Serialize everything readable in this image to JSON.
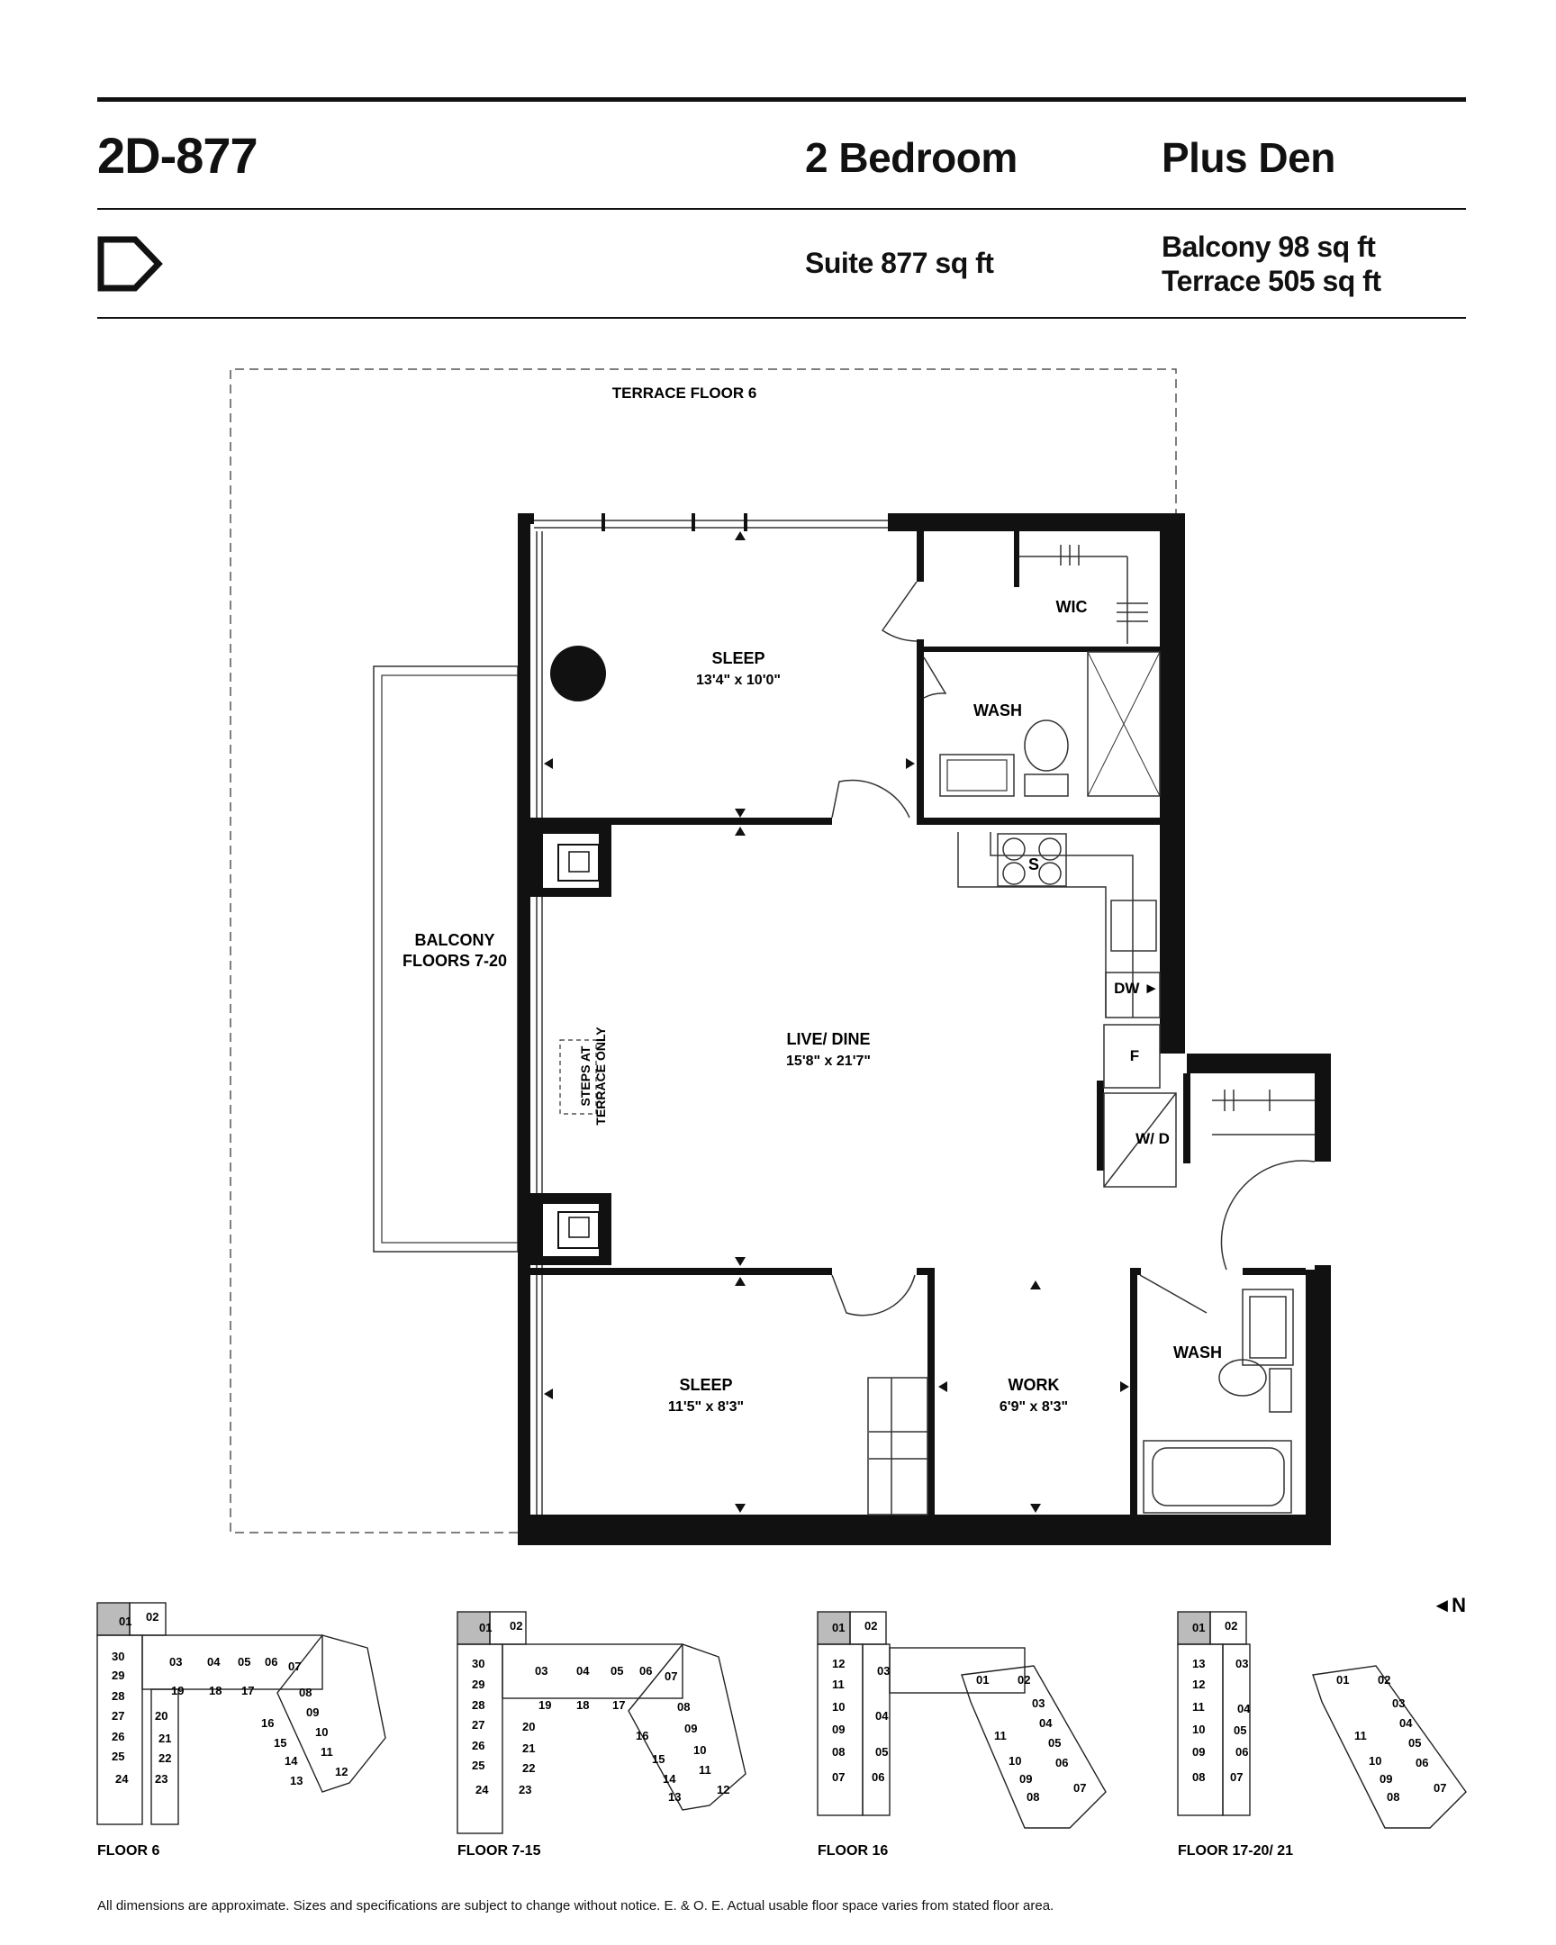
{
  "header": {
    "unit_code": "2D-877",
    "bedroom_type": "2 Bedroom",
    "plus": "Plus Den",
    "suite_area": "Suite 877 sq ft",
    "balcony_area": "Balcony 98 sq ft",
    "terrace_area": "Terrace 505 sq ft"
  },
  "plan": {
    "terrace_label": "TERRACE FLOOR 6",
    "balcony_label_1": "BALCONY",
    "balcony_label_2": "FLOORS 7-20",
    "steps_label_1": "STEPS AT",
    "steps_label_2": "TERRACE ONLY",
    "sleep1_name": "SLEEP",
    "sleep1_dims": "13'4\" x 10'0\"",
    "wic": "WIC",
    "wash1": "WASH",
    "stove": "S",
    "dishwasher": "DW ►",
    "fridge": "F",
    "washer_dryer": "W/ D",
    "live_name": "LIVE/ DINE",
    "live_dims": "15'8\" x 21'7\"",
    "sleep2_name": "SLEEP",
    "sleep2_dims": "11'5\" x 8'3\"",
    "work_name": "WORK",
    "work_dims": "6'9\" x 8'3\"",
    "wash2": "WASH"
  },
  "key_plans": {
    "north": "◄N",
    "floor6_label": "FLOOR 6",
    "floor7_label": "FLOOR 7-15",
    "floor16_label": "FLOOR 16",
    "floor17_label": "FLOOR 17-20/ 21",
    "highlighted_unit": "01",
    "floor6_units": [
      "01",
      "02",
      "30",
      "29",
      "28",
      "27",
      "26",
      "25",
      "24",
      "23",
      "22",
      "21",
      "20",
      "19",
      "18",
      "17",
      "03",
      "04",
      "05",
      "06",
      "07",
      "08",
      "09",
      "10",
      "11",
      "12",
      "13",
      "14",
      "15",
      "16"
    ],
    "floor7_units": [
      "01",
      "02",
      "30",
      "29",
      "28",
      "27",
      "26",
      "25",
      "24",
      "23",
      "22",
      "21",
      "20",
      "19",
      "18",
      "17",
      "03",
      "04",
      "05",
      "06",
      "07",
      "08",
      "09",
      "10",
      "11",
      "12",
      "13",
      "14",
      "15",
      "16"
    ],
    "floor16_units_a": [
      "01",
      "02",
      "12",
      "11",
      "10",
      "09",
      "08",
      "07",
      "03",
      "04",
      "05",
      "06"
    ],
    "floor16_units_b": [
      "01",
      "02",
      "03",
      "04",
      "05",
      "06",
      "07",
      "08",
      "09",
      "10",
      "11"
    ],
    "floor17_units_a": [
      "01",
      "02",
      "13",
      "12",
      "11",
      "10",
      "09",
      "08",
      "03",
      "04",
      "05",
      "06",
      "07"
    ],
    "floor17_units_b": [
      "01",
      "02",
      "03",
      "04",
      "05",
      "06",
      "07",
      "08",
      "09",
      "10",
      "11"
    ]
  },
  "footer": {
    "disclaimer": "All dimensions are approximate. Sizes and specifications are subject to change without notice. E. & O. E. Actual usable floor space varies from stated floor area."
  }
}
